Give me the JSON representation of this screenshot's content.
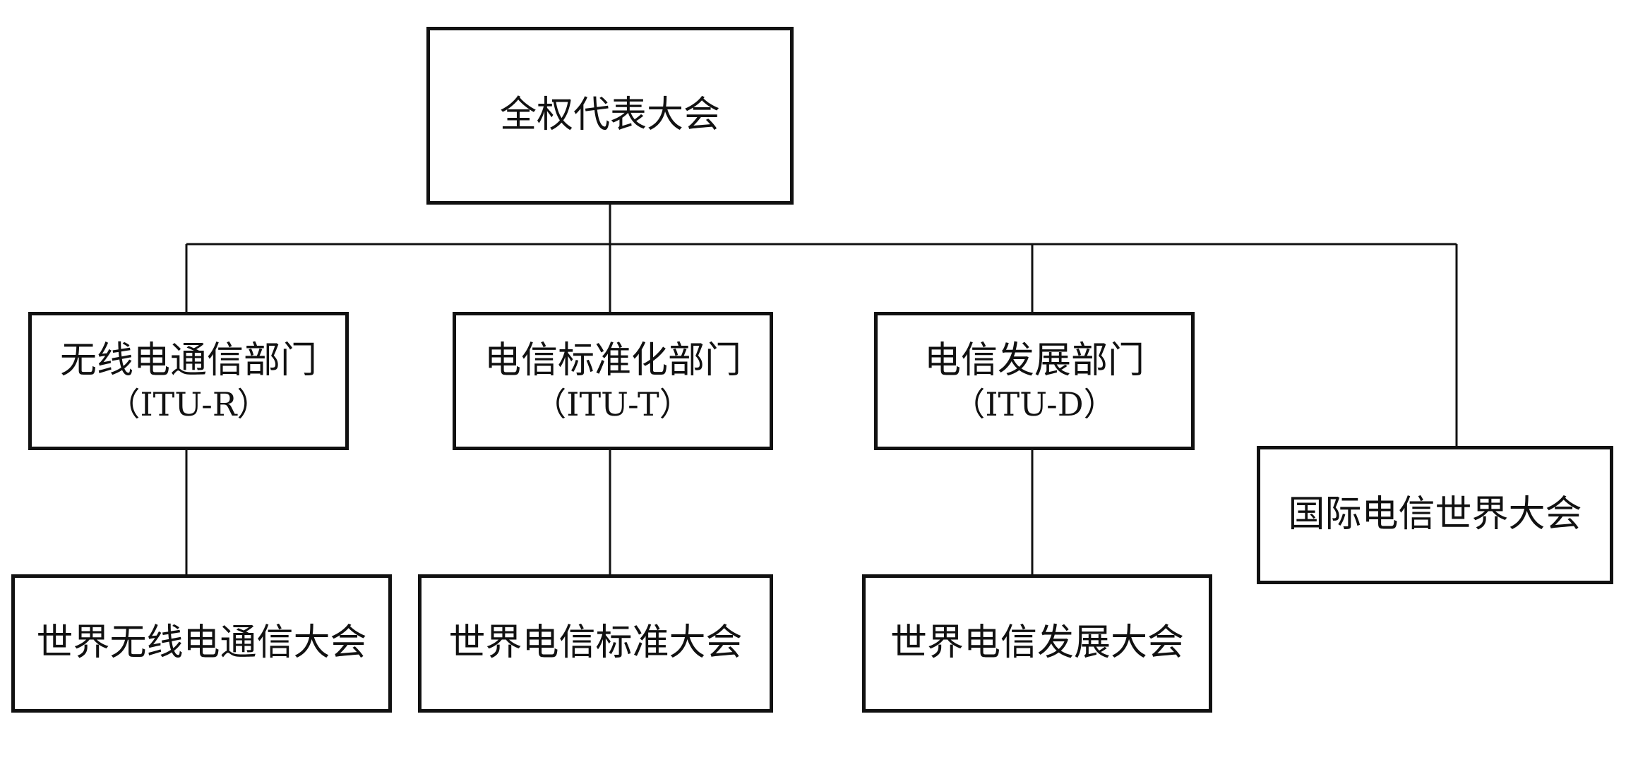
{
  "root": {
    "title": "全权代表大会"
  },
  "sectors": [
    {
      "title": "无线电通信部门",
      "code": "（ITU-R）",
      "conference": "世界无线电通信大会"
    },
    {
      "title": "电信标准化部门",
      "code": "（ITU-T）",
      "conference": "世界电信标准大会"
    },
    {
      "title": "电信发展部门",
      "code": "（ITU-D）",
      "conference": "世界电信发展大会"
    }
  ],
  "standalone": {
    "title": "国际电信世界大会"
  }
}
